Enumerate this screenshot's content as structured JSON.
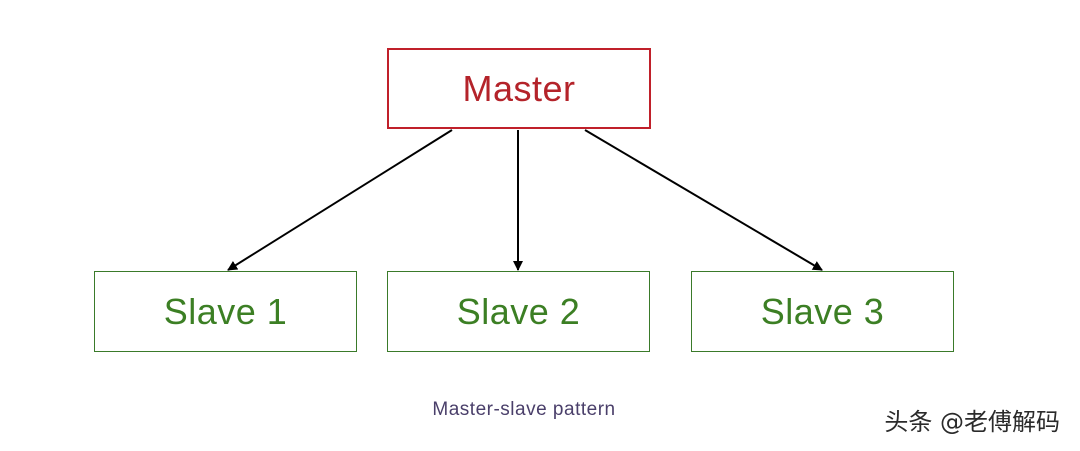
{
  "diagram": {
    "master": {
      "label": "Master"
    },
    "slaves": [
      {
        "label": "Slave 1"
      },
      {
        "label": "Slave 2"
      },
      {
        "label": "Slave 3"
      }
    ],
    "caption": "Master-slave pattern",
    "colors": {
      "master_border": "#c0202a",
      "master_text": "#b4232a",
      "slave_border": "#3a7a2a",
      "slave_text": "#3c7f24",
      "arrow": "#000000"
    }
  },
  "watermark": {
    "text": "头条 @老傅解码"
  }
}
